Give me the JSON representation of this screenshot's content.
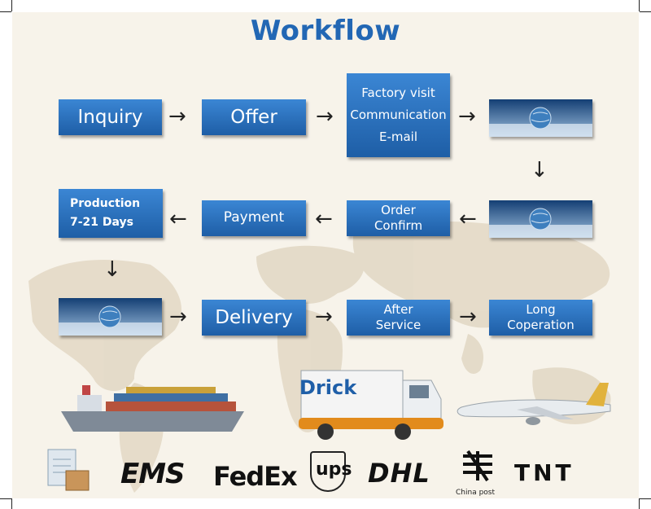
{
  "title": "Workflow",
  "steps": {
    "inquiry": "Inquiry",
    "offer": "Offer",
    "factory_visit": [
      "Factory visit",
      "Communication",
      "E-mail"
    ],
    "order_confirm": [
      "Order",
      "Confirm"
    ],
    "payment": "Payment",
    "production": [
      "Production",
      "7-21 Days"
    ],
    "delivery": "Delivery",
    "after_service": [
      "After",
      "Service"
    ],
    "long_cooperation": [
      "Long",
      "Coperation"
    ]
  },
  "truck_brand": "Drick",
  "carriers": [
    "EMS",
    "FedEx",
    "ups",
    "DHL",
    "China post",
    "TNT"
  ],
  "colors": {
    "title": "#2267b4",
    "box_top": "#3b86d4",
    "box_bottom": "#1e5ea6"
  }
}
